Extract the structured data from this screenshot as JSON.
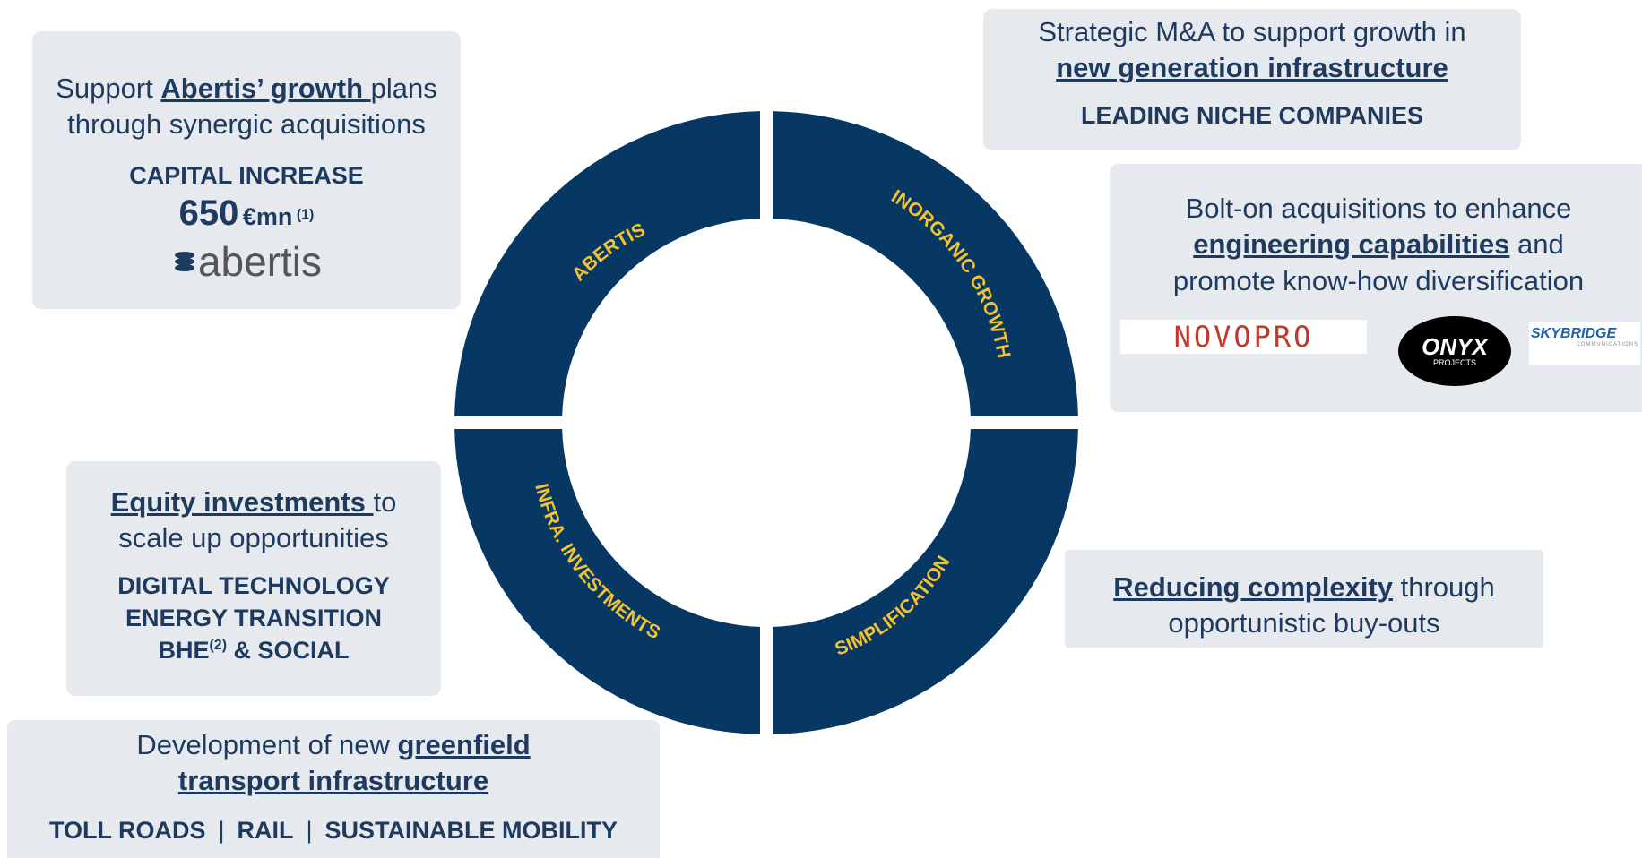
{
  "boxes": {
    "abertis": {
      "text_pre": "Support ",
      "keyword": "Abertis’ growth ",
      "text_post": "plans",
      "line2": "through synergic acquisitions",
      "caps": "CAPITAL  INCREASE",
      "amount": "650",
      "amount_unit": "€mn",
      "note": "(1)",
      "logo_text": "abertis"
    },
    "ma": {
      "line1": "Strategic M&A to support growth in",
      "keyword": "new generation infrastructure",
      "caps": "LEADING NICHE COMPANIES"
    },
    "boltons": {
      "line1": "Bolt-on acquisitions to enhance",
      "keyword": "engineering capabilities",
      "line2_post": " and",
      "line3": "promote know-how diversification",
      "logos": [
        "NOVOPRO",
        "ONYX",
        "PROJECTS",
        "SKYBRIDGE",
        "COMMUNICATIONS"
      ]
    },
    "equity": {
      "keyword": "Equity investments ",
      "text_post": "to",
      "line2": "scale up opportunities",
      "caps1": "DIGITAL TECHNOLOGY",
      "caps2": "ENERGY TRANSITION",
      "caps3_pre": "BHE",
      "caps3_note": "(2)",
      "caps3_post": " & SOCIAL"
    },
    "simplification": {
      "keyword": "Reducing complexity",
      "text_post": " through",
      "line2": "opportunistic buy-outs"
    },
    "greenfield": {
      "text_pre": "Development of new ",
      "keyword1": "greenfield",
      "keyword2": "transport infrastructure",
      "caps_items": [
        "TOLL ROADS",
        "RAIL",
        "SUSTAINABLE MOBILITY"
      ],
      "separator": "|"
    }
  },
  "wheel": {
    "segments": [
      "ABERTIS",
      "INORGANIC GROWTH",
      "SIMPLIFICATION",
      "INFRA. INVESTMENTS"
    ],
    "color": "#073763",
    "label_color": "#f1c232"
  }
}
